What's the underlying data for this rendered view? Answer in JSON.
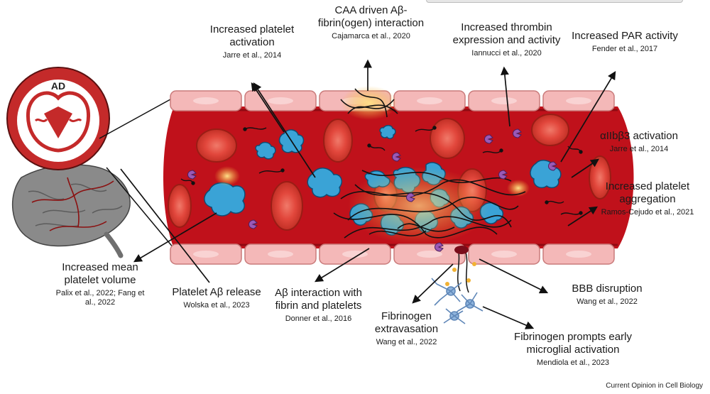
{
  "figure": {
    "inset_label": "AD",
    "journal": "Current Opinion in Cell Biology",
    "colors": {
      "vessel_lumen": "#c0111b",
      "endothelium": "#f4b8b8",
      "rbc": "#e3493e",
      "platelet": "#3aa3d6",
      "fibrin": "#111111",
      "amyloid_beta": "#f2b233",
      "par_receptor": "#9b59b6",
      "microglia": "#7fa6d1",
      "brain": "#7a7a7a"
    },
    "labels": [
      {
        "id": "platelet-activation",
        "text": "Increased platelet activation",
        "citation": "Jarre et al., 2014"
      },
      {
        "id": "caa-interaction",
        "text": "CAA driven Aβ-fibrin(ogen) interaction",
        "citation": "Cajamarca et al., 2020"
      },
      {
        "id": "thrombin",
        "text": "Increased thrombin expression and activity",
        "citation": "Iannucci et al., 2020"
      },
      {
        "id": "par-activity",
        "text": "Increased PAR activity",
        "citation": "Fender et al., 2017"
      },
      {
        "id": "integrin",
        "text": "αIIbβ3 activation",
        "citation": "Jarre et al., 2014"
      },
      {
        "id": "aggregation",
        "text": "Increased platelet aggregation",
        "citation": "Ramos-Cejudo et al., 2021"
      },
      {
        "id": "bbb",
        "text": "BBB disruption",
        "citation": "Wang et al., 2022"
      },
      {
        "id": "microglia",
        "text": "Fibrinogen prompts early microglial activation",
        "citation": "Mendiola et al., 2023"
      },
      {
        "id": "extravasation",
        "text": "Fibrinogen extravasation",
        "citation": "Wang et al., 2022"
      },
      {
        "id": "abeta-interaction",
        "text": "Aβ interaction with fibrin and platelets",
        "citation": "Donner et al., 2016"
      },
      {
        "id": "abeta-release",
        "text": "Platelet Aβ release",
        "citation": "Wolska et al., 2023"
      },
      {
        "id": "mpv",
        "text": "Increased mean platelet volume",
        "citation": "Palix et al., 2022; Fang et al., 2022"
      }
    ]
  }
}
